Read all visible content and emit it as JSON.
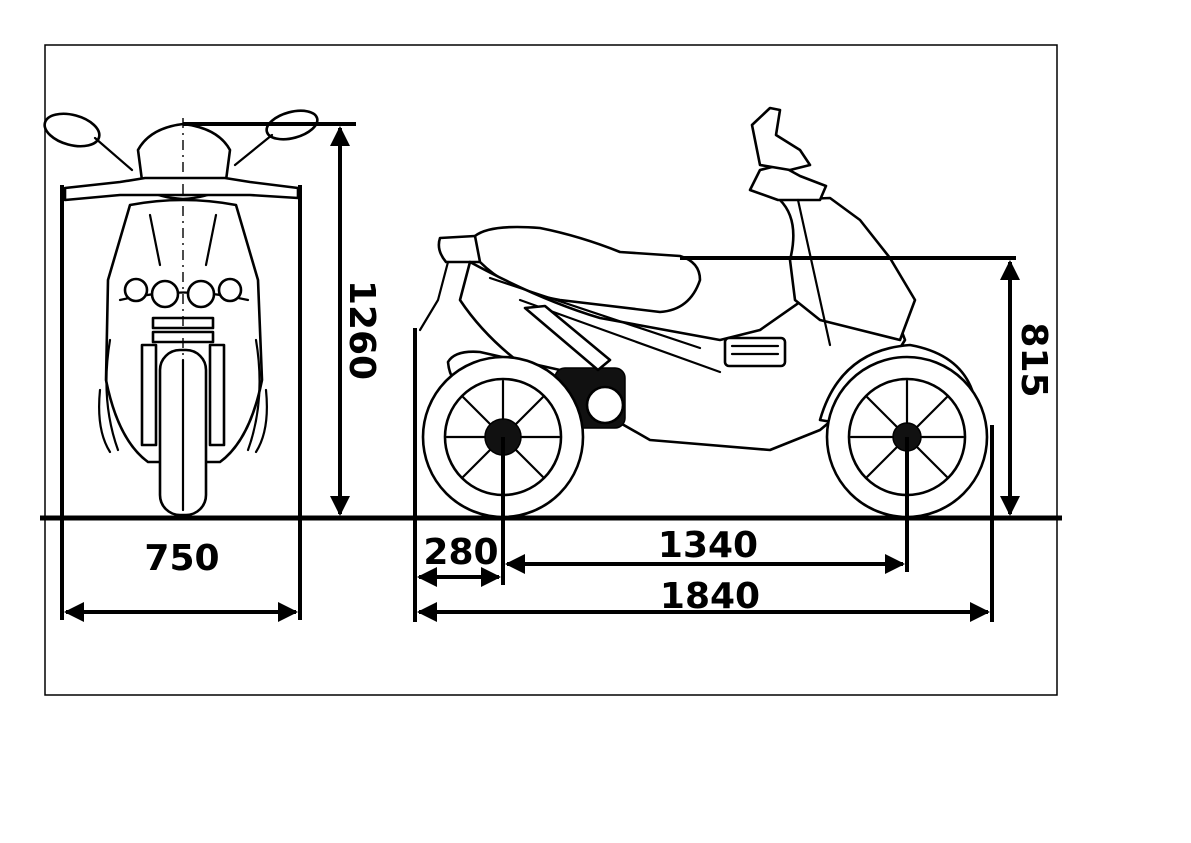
{
  "dimensions": {
    "width": "750",
    "height": "1260",
    "seat_height": "815",
    "rear_overhang": "280",
    "wheelbase": "1340",
    "length": "1840"
  },
  "colors": {
    "line": "#000000",
    "background": "#ffffff"
  }
}
